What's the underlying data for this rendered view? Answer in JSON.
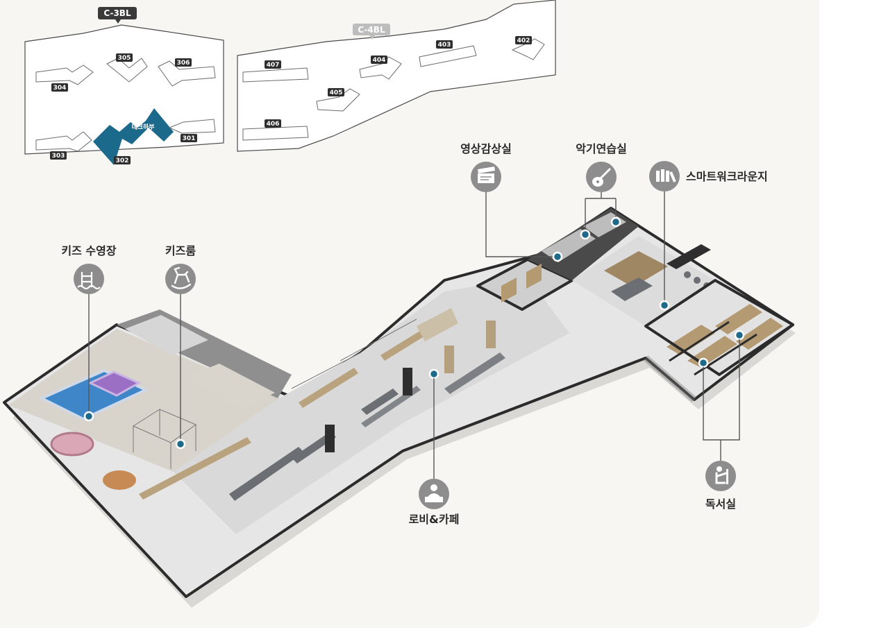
{
  "site_map": {
    "blocks": [
      {
        "tag": "C-3BL",
        "active": true
      },
      {
        "tag": "C-4BL",
        "active": false
      }
    ],
    "buildings_c3": [
      "304",
      "305",
      "306",
      "303",
      "302",
      "301"
    ],
    "buildings_c4": [
      "407",
      "404",
      "403",
      "402",
      "405",
      "406"
    ],
    "highlight_label": "데크하부",
    "colors": {
      "highlight": "#1b6a8c",
      "tag_active": "#3a3a3a",
      "tag_inactive": "#bdbdbd"
    }
  },
  "floor_plan": {
    "facilities": [
      {
        "key": "kids_pool",
        "label": "키즈 수영장",
        "icon": "pool-ladder-icon"
      },
      {
        "key": "kids_room",
        "label": "키즈룸",
        "icon": "rocking-horse-icon"
      },
      {
        "key": "theater",
        "label": "영상감상실",
        "icon": "clapperboard-icon"
      },
      {
        "key": "music",
        "label": "악기연습실",
        "icon": "guitar-icon"
      },
      {
        "key": "smartwork",
        "label": "스마트워크라운지",
        "icon": "books-icon"
      },
      {
        "key": "lobby",
        "label": "로비&카페",
        "icon": "reception-person-icon"
      },
      {
        "key": "reading",
        "label": "독서실",
        "icon": "reading-person-icon"
      }
    ],
    "colors": {
      "marker": "#1f6a8a",
      "icon_bg": "#8d8d8d",
      "pool": "#3f86c8",
      "pool_kids": "#9a6fc4"
    }
  }
}
